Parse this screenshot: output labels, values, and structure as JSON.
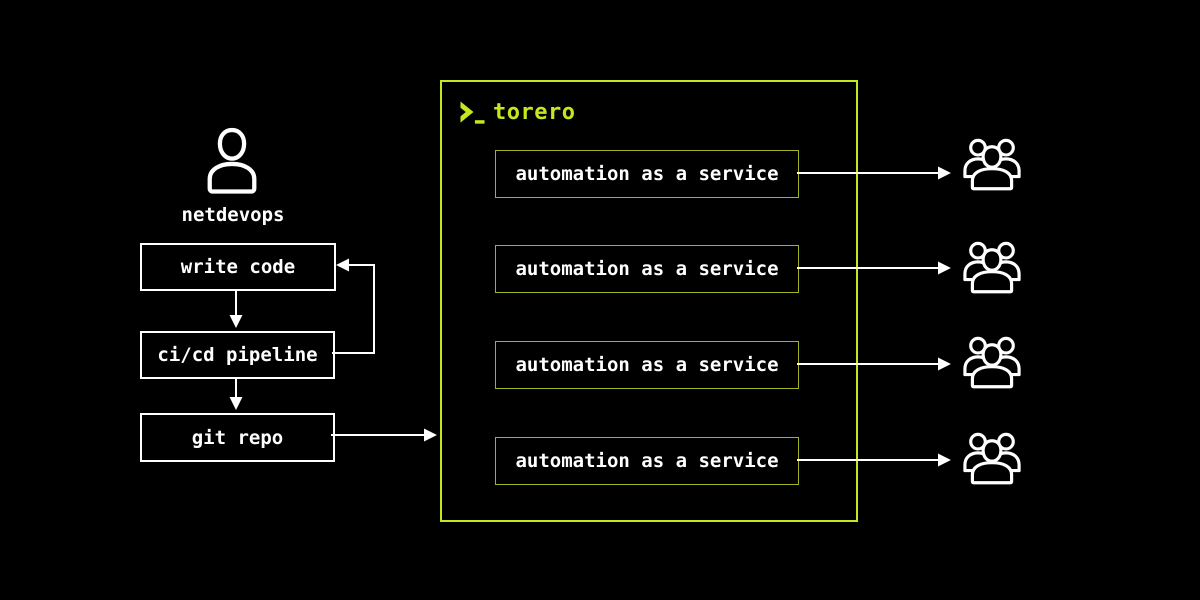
{
  "colors": {
    "background": "#000000",
    "foreground": "#ffffff",
    "accent": "#c8e61e",
    "accent_dim": "#a3b21e"
  },
  "actor": {
    "icon": "person-icon",
    "label": "netdevops"
  },
  "workflow": {
    "steps": [
      {
        "label": "write code"
      },
      {
        "label": "ci/cd pipeline"
      },
      {
        "label": "git repo"
      }
    ]
  },
  "platform": {
    "logo": {
      "icon": "terminal-prompt-icon",
      "text": "torero"
    },
    "services": [
      {
        "label": "automation as a service"
      },
      {
        "label": "automation as a service"
      },
      {
        "label": "automation as a service"
      },
      {
        "label": "automation as a service"
      }
    ]
  },
  "consumers": [
    {
      "icon": "users-group-icon"
    },
    {
      "icon": "users-group-icon"
    },
    {
      "icon": "users-group-icon"
    },
    {
      "icon": "users-group-icon"
    }
  ]
}
